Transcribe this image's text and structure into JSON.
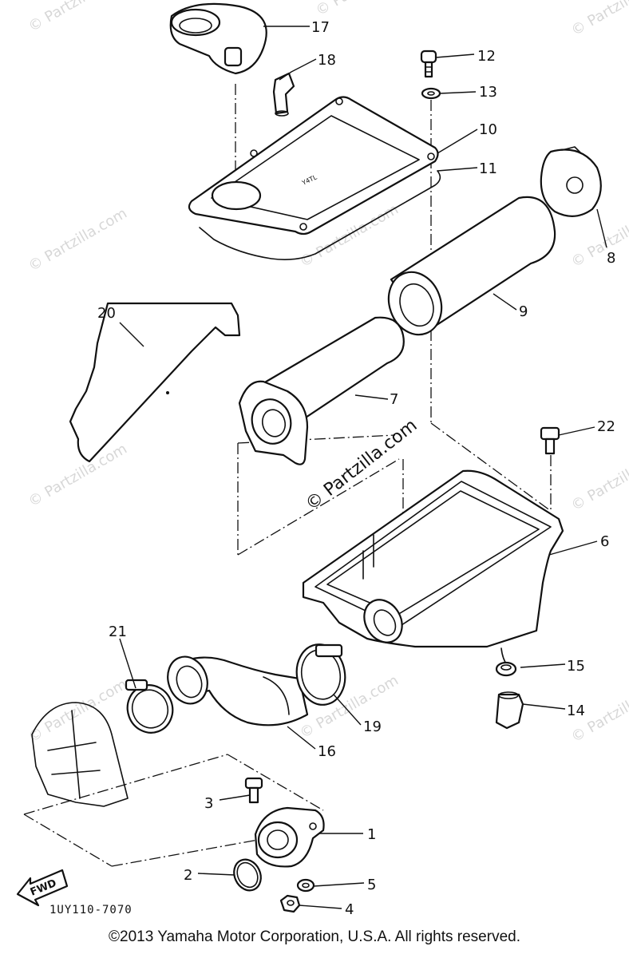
{
  "watermark": "© Partzilla.com",
  "drawing_code": "1UY110-7070",
  "direction_label": "FWD",
  "copyright": "©2013 Yamaha Motor Corporation, U.S.A. All rights reserved.",
  "callouts": {
    "p1": "1",
    "p2": "2",
    "p3": "3",
    "p4": "4",
    "p5": "5",
    "p6": "6",
    "p7": "7",
    "p8": "8",
    "p9": "9",
    "p10": "10",
    "p11": "11",
    "p12": "12",
    "p13": "13",
    "p14": "14",
    "p15": "15",
    "p16": "16",
    "p17": "17",
    "p18": "18",
    "p19": "19",
    "p20": "20",
    "p21": "21",
    "p22": "22"
  }
}
